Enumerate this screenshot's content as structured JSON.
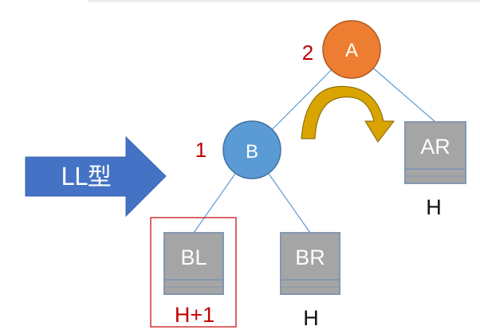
{
  "diagram": {
    "pointer_label": "LL型",
    "nodes": {
      "a": {
        "label": "A",
        "level": "2",
        "color": "#ed7d31"
      },
      "b": {
        "label": "B",
        "level": "1",
        "color": "#5b9bd5"
      }
    },
    "subtrees": {
      "ar": {
        "label": "AR",
        "height": "H"
      },
      "bl": {
        "label": "BL",
        "height": "H+1"
      },
      "br": {
        "label": "BR",
        "height": "H"
      }
    },
    "colors": {
      "edge": "#5b9bd5",
      "subtree_fill": "#a5a5a5",
      "subtree_border": "#8497b0",
      "rotation_arrow": "#d9a400",
      "highlight_frame": "#c00000",
      "pointer_arrow": "#4472c4",
      "level_text": "#c00000"
    }
  }
}
